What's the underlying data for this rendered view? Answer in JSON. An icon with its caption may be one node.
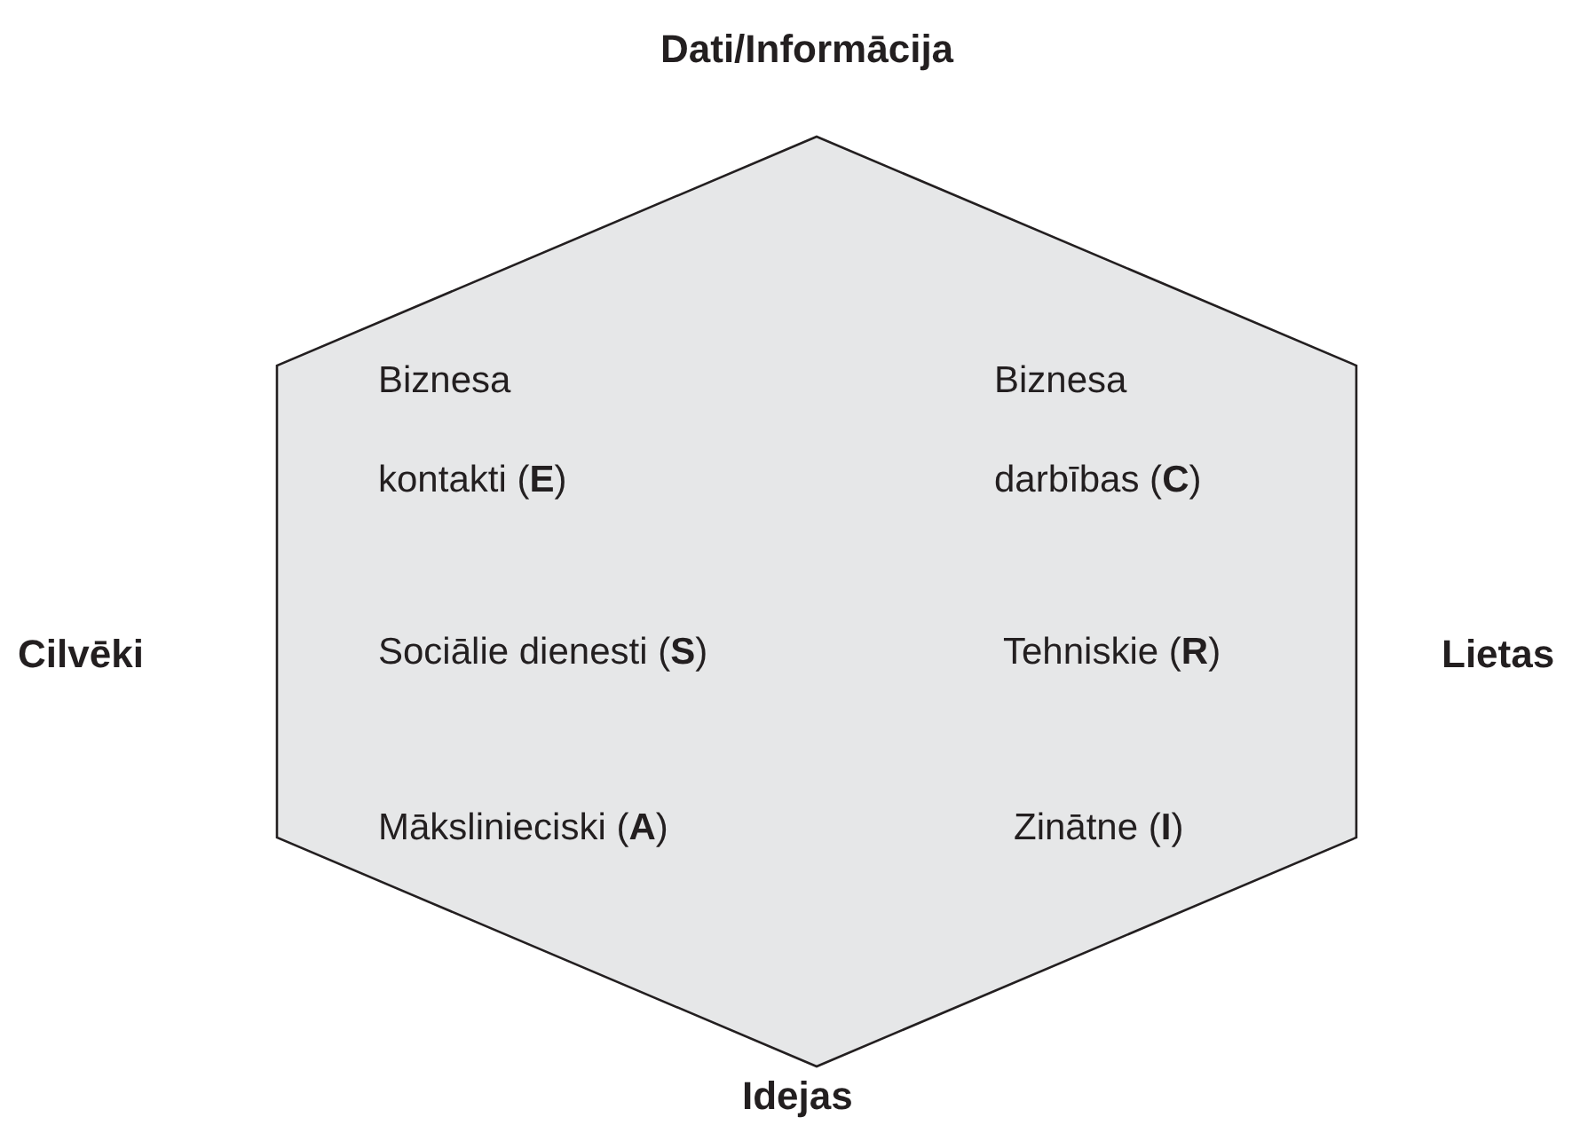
{
  "diagram": {
    "title": "Dati/Informācija",
    "nodes": [
      {
        "text": [
          "Biznesa kontakti (**E**)",
          "Biznesa darbības (**C**)",
          "Sociālie dienesti (**S**)",
          "Tehniskie (**R**)",
          "Mākslinieciski (**A**)",
          "Zinātne (**I**)"
        ]
      }
    ],
    "edges": [],
    "labels": [
      "Cilvēki",
      "Lietas",
      "Idejas"
    ]
  }
}
